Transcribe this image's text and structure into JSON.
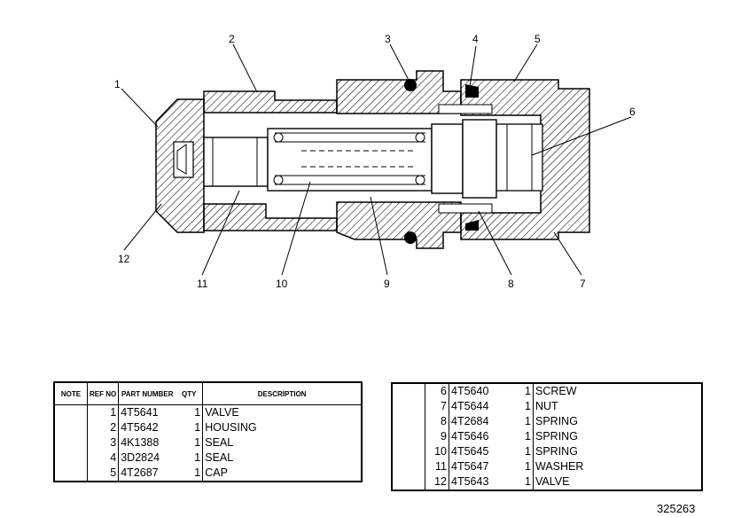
{
  "callouts": [
    "1",
    "2",
    "3",
    "4",
    "5",
    "6",
    "7",
    "8",
    "9",
    "10",
    "11",
    "12"
  ],
  "left_table": {
    "headers": {
      "note": "NOTE",
      "ref_no": "REF NO",
      "part_number": "PART NUMBER",
      "qty": "QTY",
      "description": "DESCRIPTION"
    },
    "rows": [
      {
        "ref": "1",
        "part": "4T5641",
        "qty": "1",
        "desc": "VALVE"
      },
      {
        "ref": "2",
        "part": "4T5642",
        "qty": "1",
        "desc": "HOUSING"
      },
      {
        "ref": "3",
        "part": "4K1388",
        "qty": "1",
        "desc": "SEAL"
      },
      {
        "ref": "4",
        "part": "3D2824",
        "qty": "1",
        "desc": "SEAL"
      },
      {
        "ref": "5",
        "part": "4T2687",
        "qty": "1",
        "desc": "CAP"
      }
    ]
  },
  "right_table": {
    "rows": [
      {
        "ref": "6",
        "part": "4T5640",
        "qty": "1",
        "desc": "SCREW"
      },
      {
        "ref": "7",
        "part": "4T5644",
        "qty": "1",
        "desc": "NUT"
      },
      {
        "ref": "8",
        "part": "4T2684",
        "qty": "1",
        "desc": "SPRING"
      },
      {
        "ref": "9",
        "part": "4T5646",
        "qty": "1",
        "desc": "SPRING"
      },
      {
        "ref": "10",
        "part": "4T5645",
        "qty": "1",
        "desc": "SPRING"
      },
      {
        "ref": "11",
        "part": "4T5647",
        "qty": "1",
        "desc": "WASHER"
      },
      {
        "ref": "12",
        "part": "4T5643",
        "qty": "1",
        "desc": "VALVE"
      }
    ]
  },
  "drawing_number": "325263"
}
